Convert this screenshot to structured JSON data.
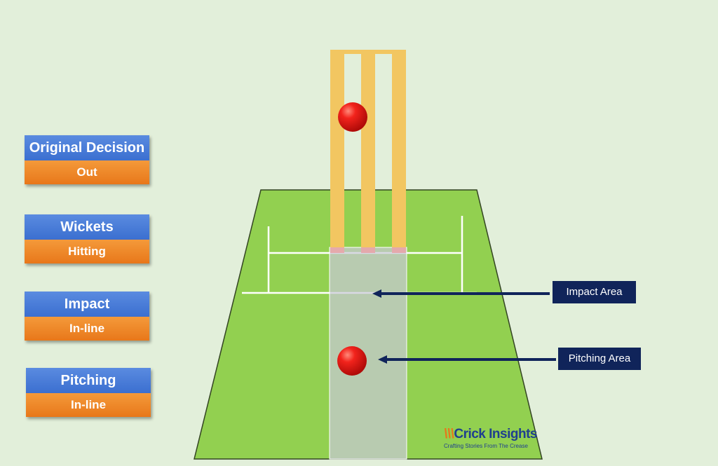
{
  "panels": [
    {
      "title": "Original Decision",
      "value": "Out"
    },
    {
      "title": "Wickets",
      "value": "Hitting"
    },
    {
      "title": "Impact",
      "value": "In-line"
    },
    {
      "title": "Pitching",
      "value": "In-line"
    }
  ],
  "annotations": {
    "impact_label": "Impact Area",
    "pitching_label": "Pitching Area"
  },
  "brand": {
    "name_mark": "\\\\\\",
    "name_a": "Crick",
    "name_b": "Insights",
    "tagline": "Crafting Stories From The Crease"
  },
  "colors": {
    "background": "#e2efda",
    "pitch": "#92d050",
    "stumps": "#f2c661",
    "ball": "#e0201f",
    "panel_head": "#4a7cd8",
    "panel_value": "#ee8726",
    "label_box": "#10245a"
  }
}
